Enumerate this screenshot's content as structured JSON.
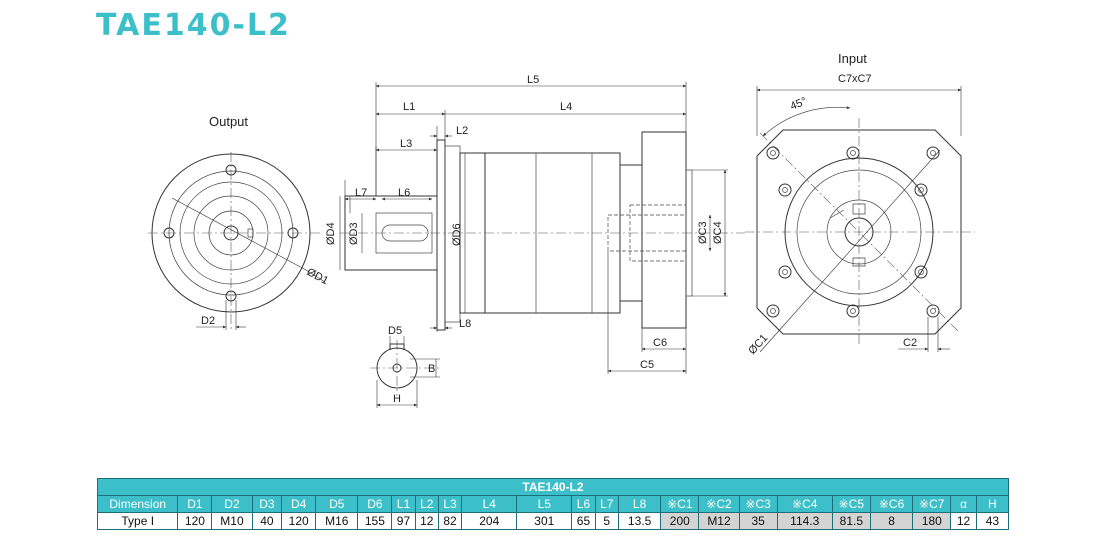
{
  "title": "TAE140-L2",
  "views": {
    "output_label": "Output",
    "input_label": "Input"
  },
  "dims": {
    "L5": "L5",
    "L1": "L1",
    "L4": "L4",
    "L2": "L2",
    "L3": "L3",
    "L7": "L7",
    "L6": "L6",
    "L8": "L8",
    "D4": "ØD4",
    "D3": "ØD3",
    "D6": "ØD6",
    "C3": "ØC3",
    "C4": "ØC4",
    "C6": "C6",
    "C5": "C5",
    "D1": "ØD1",
    "D2": "D2",
    "D5": "D5",
    "B": "B",
    "H": "H",
    "C7xC7": "C7xC7",
    "angle": "45°",
    "C1": "ØC1",
    "C2": "C2"
  },
  "table": {
    "caption": "TAE140-L2",
    "headers": [
      "Dimension",
      "D1",
      "D2",
      "D3",
      "D4",
      "D5",
      "D6",
      "L1",
      "L2",
      "L3",
      "L4",
      "L5",
      "L6",
      "L7",
      "L8",
      "※C1",
      "※C2",
      "※C3",
      "※C4",
      "※C5",
      "※C6",
      "※C7",
      "α",
      "H"
    ],
    "rows": [
      {
        "cells": [
          "Type I",
          "120",
          "M10",
          "40",
          "120",
          "M16",
          "155",
          "97",
          "12",
          "82",
          "204",
          "301",
          "65",
          "5",
          "13.5",
          "200",
          "M12",
          "35",
          "114.3",
          "81.5",
          "8",
          "180",
          "12",
          "43"
        ]
      }
    ]
  },
  "colors": {
    "accent": "#3dbfc9",
    "gray_cell": "#d4d4d4"
  }
}
